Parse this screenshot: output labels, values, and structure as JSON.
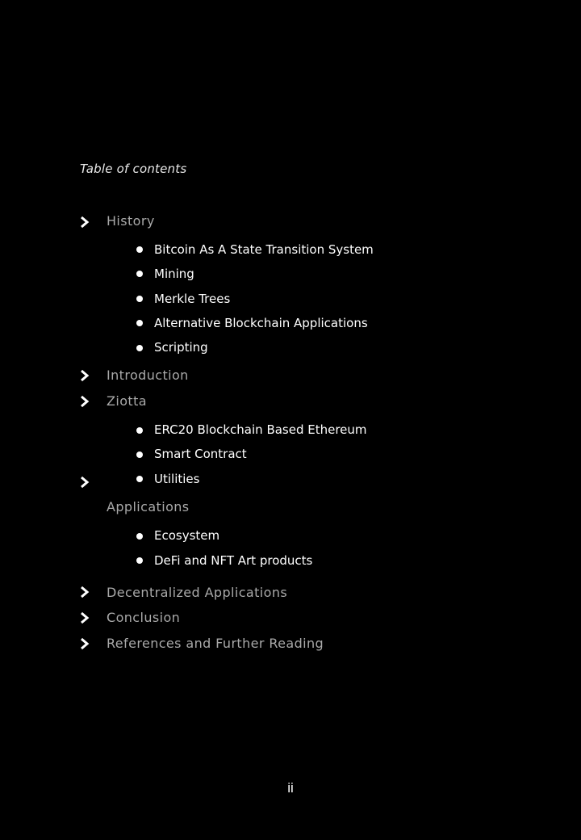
{
  "toc": {
    "title": "Table of contents",
    "sections": [
      {
        "label": "History",
        "items": [
          "Bitcoin As A State Transition System",
          "Mining",
          "Merkle Trees",
          "Alternative Blockchain Applications",
          "Scripting"
        ]
      },
      {
        "label": "Introduction",
        "items": []
      },
      {
        "label": "Ziotta",
        "items": [
          "ERC20 Blockchain Based Ethereum",
          "Smart Contract",
          "Utilities"
        ]
      },
      {
        "label": "Applications",
        "items": [
          "Ecosystem",
          "DeFi and NFT Art products"
        ]
      },
      {
        "label": "Decentralized Applications",
        "items": []
      },
      {
        "label": "Conclusion",
        "items": []
      },
      {
        "label": "References and Further Reading",
        "items": []
      }
    ]
  },
  "footer": {
    "page_number": "ii"
  },
  "icons": {
    "section_marker": "chevron-right-icon",
    "item_marker": "bullet-dot"
  },
  "colors": {
    "background": "#000000",
    "section_text": "#a9a9a9",
    "item_text": "#ffffff"
  }
}
